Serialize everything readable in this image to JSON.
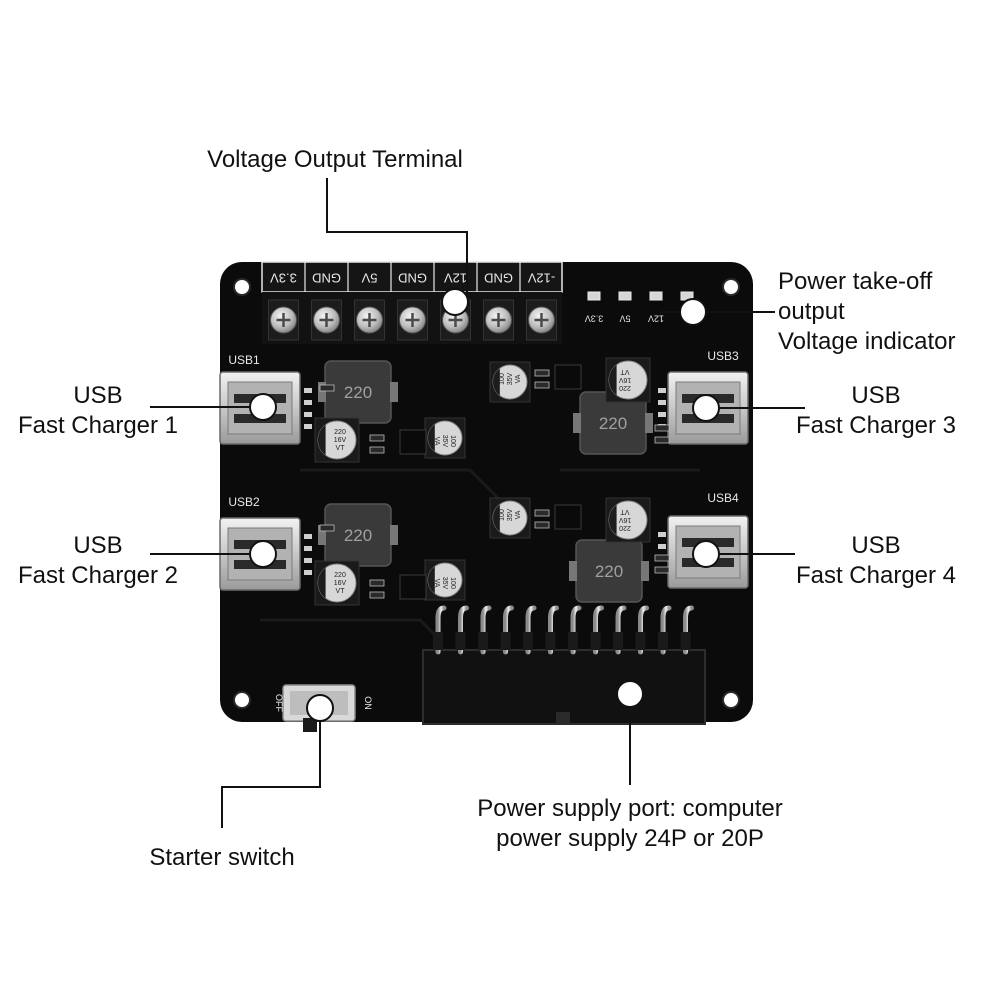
{
  "callouts": {
    "voltage_output_terminal": "Voltage Output Terminal",
    "power_takeoff": [
      "Power take-off",
      "output",
      "Voltage indicator"
    ],
    "usb1": [
      "USB",
      "Fast Charger 1"
    ],
    "usb2": [
      "USB",
      "Fast Charger 2"
    ],
    "usb3": [
      "USB",
      "Fast Charger 3"
    ],
    "usb4": [
      "USB",
      "Fast Charger 4"
    ],
    "starter_switch": "Starter switch",
    "power_supply_port": [
      "Power supply port: computer",
      "power supply 24P or 20P"
    ]
  },
  "board": {
    "terminal_labels": [
      "3.3V",
      "GND",
      "5V",
      "GND",
      "12V",
      "GND",
      "-12V"
    ],
    "indicator_labels": [
      "3.3V",
      "5V",
      "12V",
      ""
    ],
    "usb_port_labels": [
      "USB1",
      "USB2",
      "USB3",
      "USB4"
    ],
    "inductor_marking": "220",
    "capacitor_large_marking": [
      "220",
      "16V",
      "VT"
    ],
    "capacitor_small_marking": [
      "100",
      "35V",
      "VA"
    ],
    "switch_labels": {
      "off": "OFF",
      "on": "ON"
    }
  },
  "colors": {
    "board": "#0b0b0b",
    "terminal_block": "#151515",
    "silk": "#e8e8e8",
    "screw_metal": "#c9c9c9",
    "usb_metal": "#d2d2d2",
    "inductor": "#3a3a3a",
    "capacitor": "#1d1d1d",
    "pin_metal": "#c8c8c8",
    "switch_body": "#d9d9d9",
    "marker_fill": "#ffffff",
    "marker_stroke": "#111111",
    "leader_line": "#111111"
  }
}
